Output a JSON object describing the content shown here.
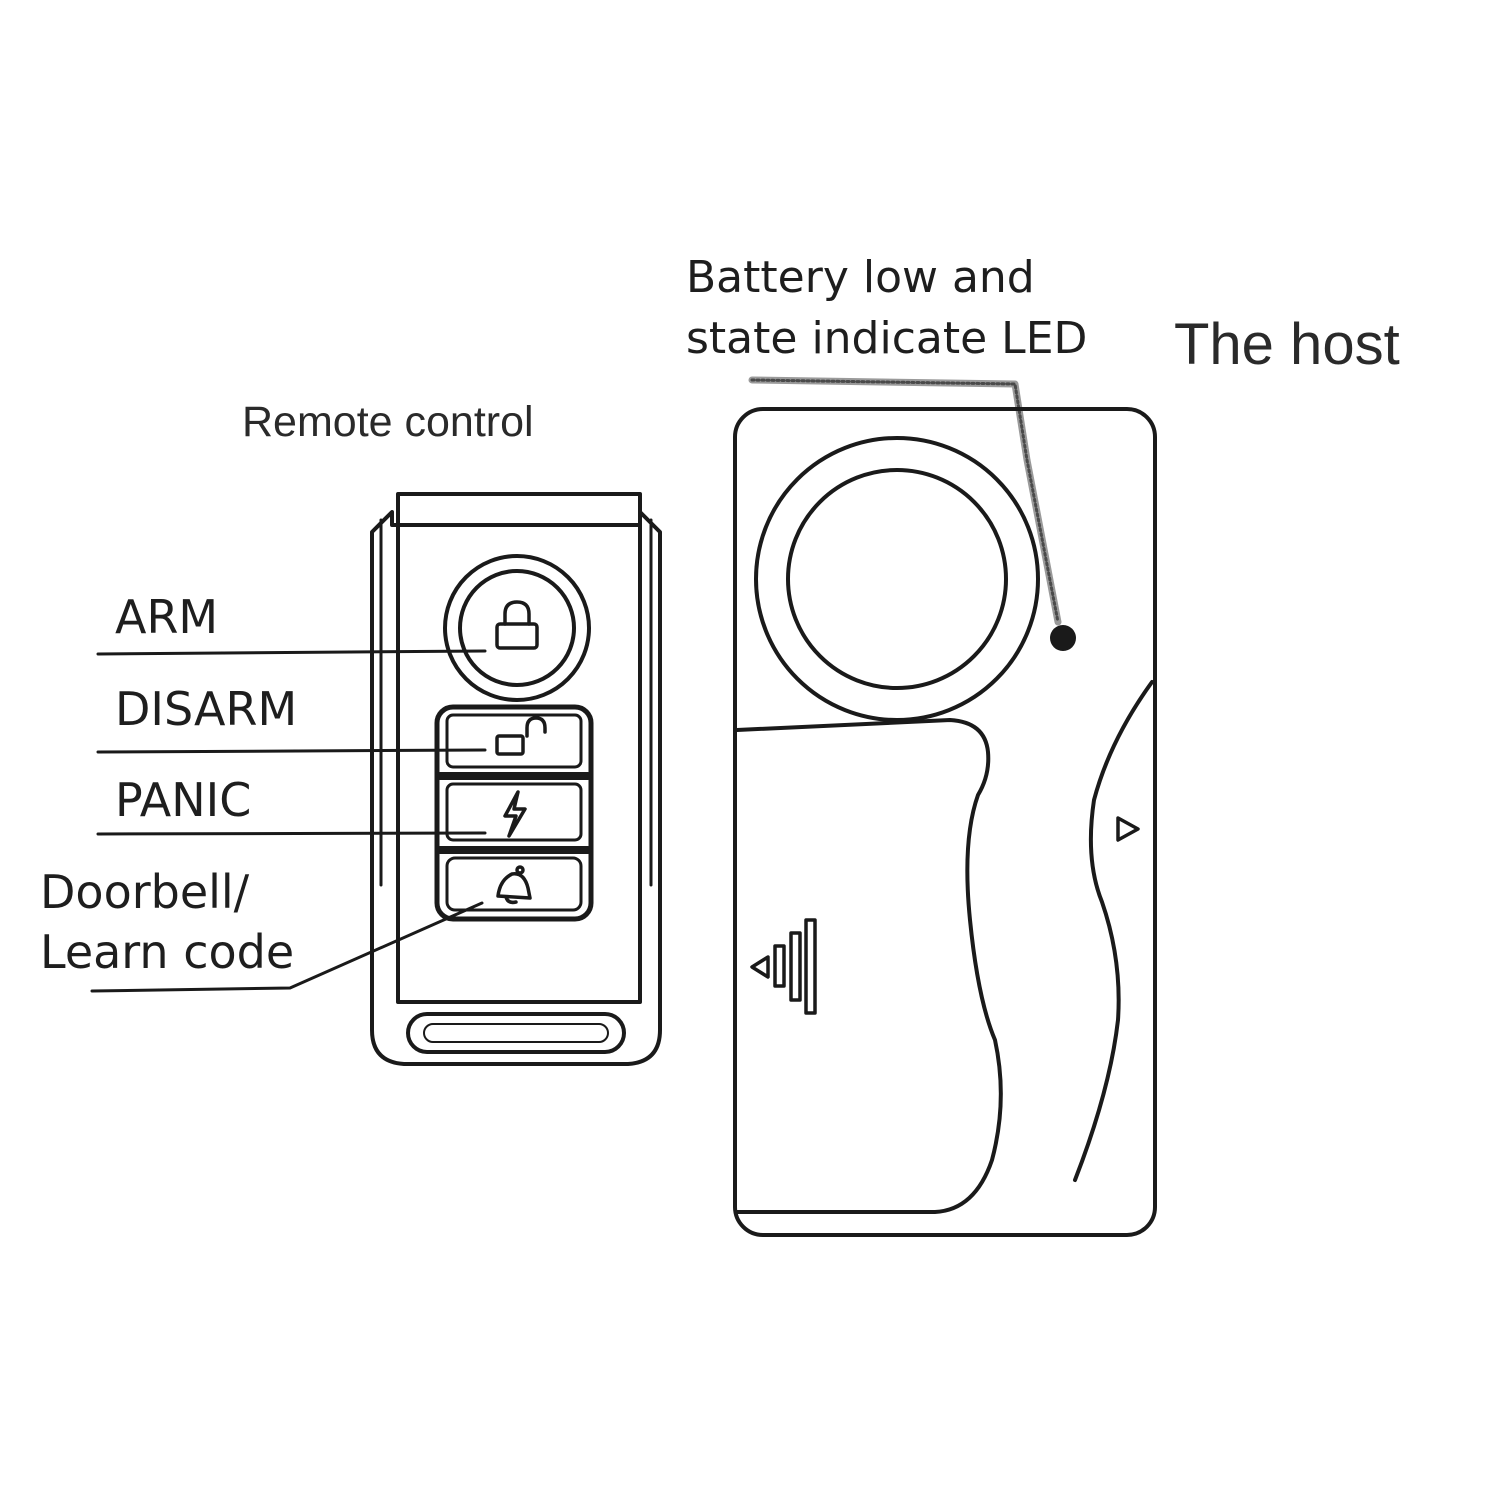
{
  "labels": {
    "remote_title": "Remote control",
    "host_title": "The host",
    "led_line1": "Battery low and",
    "led_line2": "state indicate LED",
    "arm": "ARM",
    "disarm": "DISARM",
    "panic": "PANIC",
    "doorbell_line1": "Doorbell/",
    "doorbell_line2": "Learn code"
  },
  "icons": {
    "arm_button": "lock-closed-icon",
    "disarm_button": "lock-open-icon",
    "panic_button": "lightning-icon",
    "doorbell_button": "bell-icon",
    "host_led": "led-indicator-icon",
    "host_arrow": "triangle-arrow-icon",
    "host_slide": "slide-arrow-icon"
  },
  "colors": {
    "line": "#1a1a1a",
    "background": "#ffffff"
  }
}
